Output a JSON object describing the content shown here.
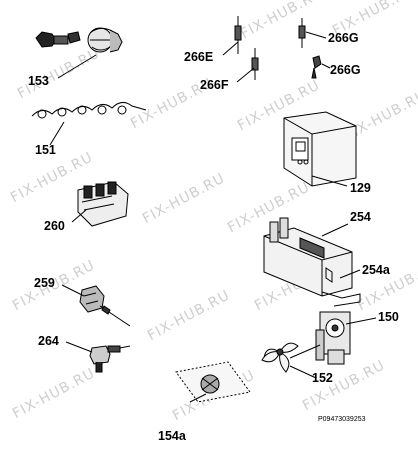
{
  "watermark": {
    "text": "FIX-HUB.RU"
  },
  "labels": {
    "l153": "153",
    "l266E": "266E",
    "l266F": "266F",
    "l266G_top": "266G",
    "l266G_bottom": "266G",
    "l151": "151",
    "l129": "129",
    "l260": "260",
    "l254": "254",
    "l254a": "254a",
    "l259": "259",
    "l150": "150",
    "l264": "264",
    "l152": "152",
    "l154a": "154a"
  },
  "drawing_code": "P09473039253",
  "colors": {
    "ink": "#000000",
    "watermark": "#cfcfcf",
    "background": "#ffffff"
  }
}
